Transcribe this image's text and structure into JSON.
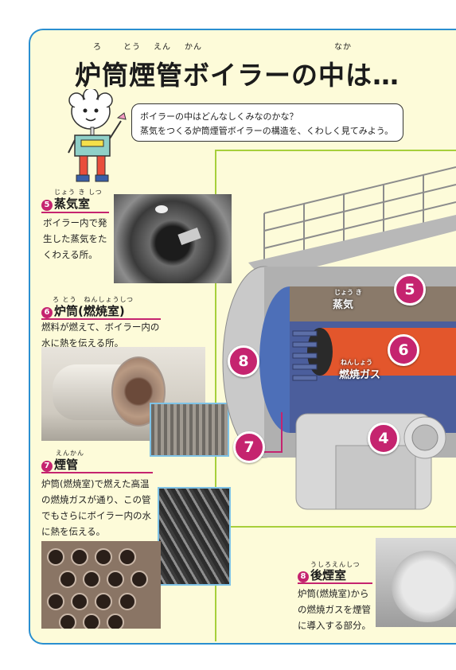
{
  "title": {
    "text": "炉筒煙管ボイラーの中は…",
    "ruby_ro": "ろ",
    "ruby_tou": "とう",
    "ruby_en": "えん",
    "ruby_kan": "かん",
    "ruby_naka": "なか"
  },
  "bubble": {
    "line1": "ボイラーの中はどんなしくみなのかな？",
    "line2": "蒸気をつくる炉筒煙管ボイラーの構造を、くわしく見てみよう。"
  },
  "sections": [
    {
      "num": "5",
      "heading": "蒸気室",
      "ruby": "じょう き しつ",
      "lines": [
        "ボイラー内で発",
        "生した蒸気をた",
        "くわえる所。"
      ]
    },
    {
      "num": "6",
      "heading": "炉筒(燃焼室)",
      "ruby": "ろ とう　ねんしょうしつ",
      "lines": [
        "燃料が燃えて、ボイラー内の",
        "水に熱を伝える所。"
      ]
    },
    {
      "num": "7",
      "heading": "煙管",
      "ruby": "えんかん",
      "lines": [
        "炉筒(燃焼室)で燃えた高温",
        "の燃焼ガスが通り、この管",
        "でもさらにボイラー内の水",
        "に熱を伝える。"
      ]
    },
    {
      "num": "8",
      "heading": "後煙室",
      "ruby": "うしろえんしつ",
      "lines": [
        "炉筒(燃焼室)から",
        "の燃焼ガスを煙管",
        "に導入する部分。"
      ]
    }
  ],
  "diagram": {
    "label_steam": "蒸気",
    "label_steam_ruby": "じょう き",
    "label_gas": "燃焼ガス",
    "label_gas_ruby": "ねんしょう",
    "markers": [
      "5",
      "6",
      "8",
      "7",
      "4"
    ]
  },
  "colors": {
    "accent": "#c5246f",
    "frame": "#2a8fd0",
    "panel": "#fdfbd9",
    "divider": "#a7cf3b"
  }
}
